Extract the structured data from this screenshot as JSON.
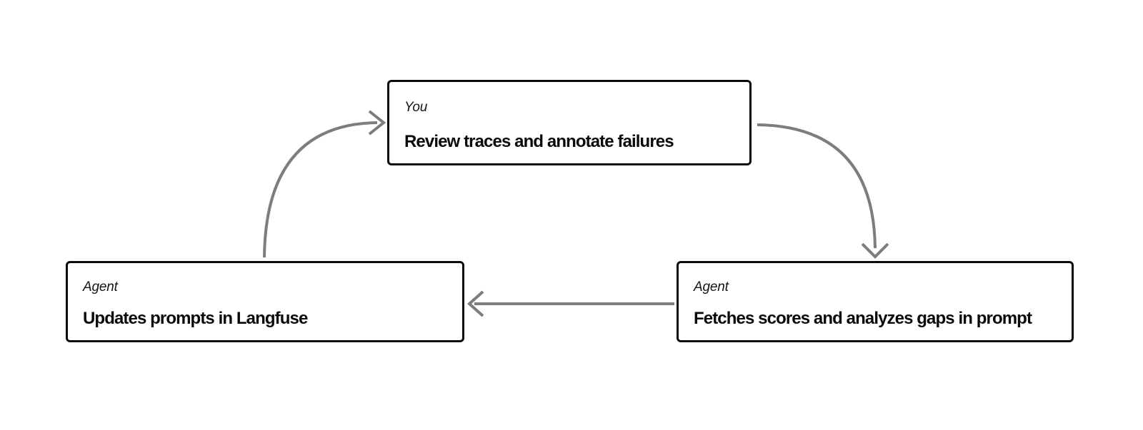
{
  "diagram": {
    "type": "cycle-flow",
    "colors": {
      "page_background": "#ffffff",
      "node_background": "#ffffff",
      "node_border": "#0a0a0a",
      "label_text": "#141414",
      "title_text": "#0a0a0a",
      "arrow": "#7d7d7d"
    },
    "nodes": [
      {
        "id": "review-traces",
        "actor": "You",
        "action": "Review traces and annotate failures"
      },
      {
        "id": "updates-prompts",
        "actor": "Agent",
        "action": "Updates prompts in Langfuse"
      },
      {
        "id": "fetches-scores",
        "actor": "Agent",
        "action": "Fetches scores and analyzes gaps in prompt"
      }
    ],
    "edges": [
      {
        "from": "updates-prompts",
        "to": "review-traces",
        "style": "curved"
      },
      {
        "from": "review-traces",
        "to": "fetches-scores",
        "style": "curved"
      },
      {
        "from": "fetches-scores",
        "to": "updates-prompts",
        "style": "straight"
      }
    ]
  }
}
